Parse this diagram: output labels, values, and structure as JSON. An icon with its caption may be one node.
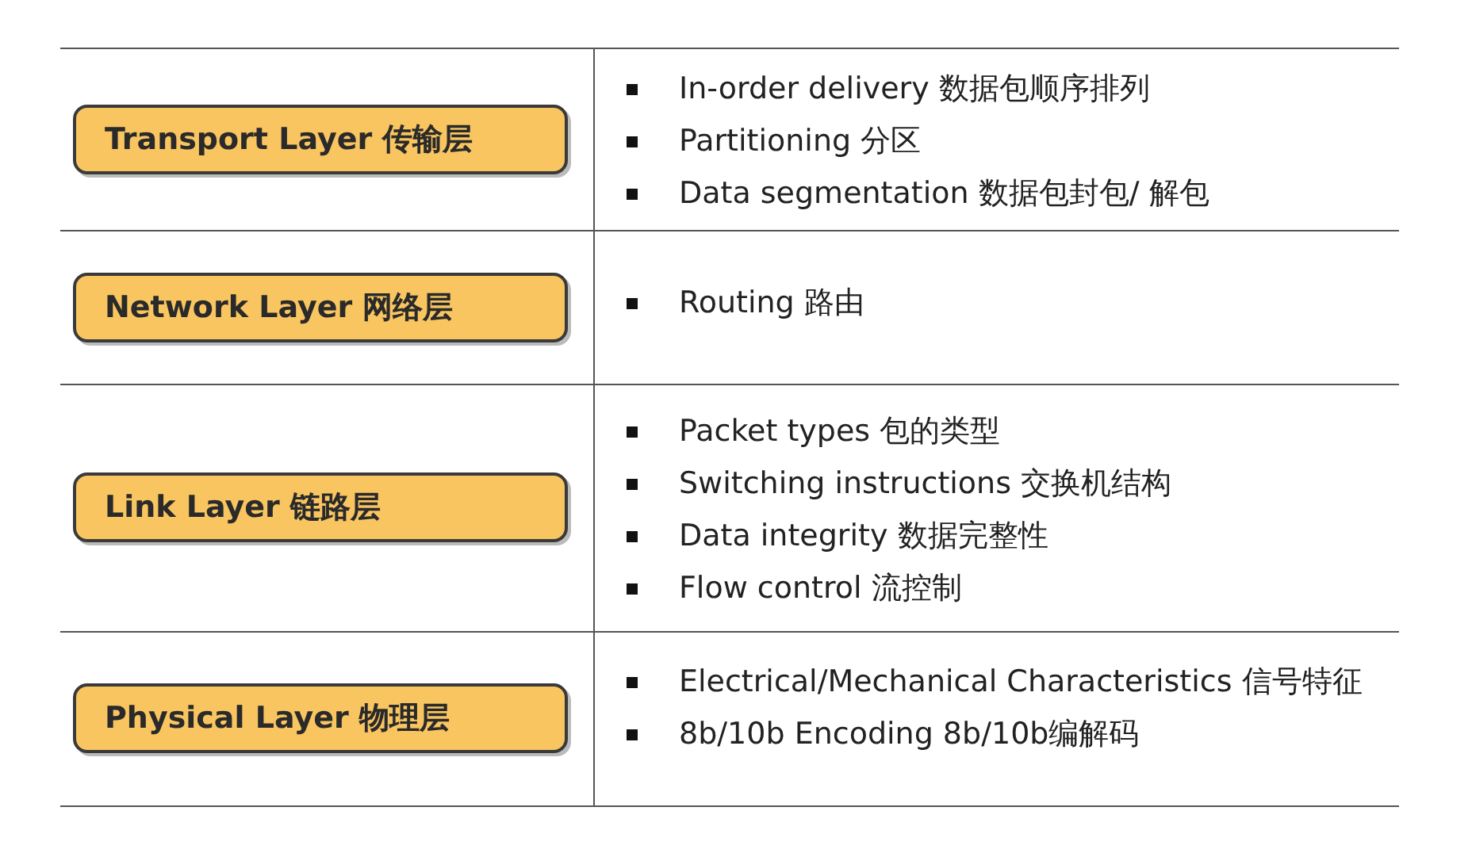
{
  "diagram": {
    "nodes": [
      {
        "text": [
          "Transport Layer 传输层"
        ]
      },
      {
        "text": [
          "Network Layer 网络层"
        ]
      },
      {
        "text": [
          "Link Layer 链路层"
        ]
      },
      {
        "text": [
          "Physical Layer 物理层"
        ]
      }
    ],
    "labels": [
      "In-order delivery 数据包顺序排列",
      "Partitioning 分区",
      "Data segmentation 数据包封包/ 解包",
      "Routing 路由",
      "Packet types 包的类型",
      "Switching instructions 交换机结构",
      "Data integrity 数据完整性",
      "Flow control 流控制",
      "Electrical/Mechanical Characteristics 信号特征",
      "8b/10b Encoding 8b/10b编解码"
    ]
  }
}
